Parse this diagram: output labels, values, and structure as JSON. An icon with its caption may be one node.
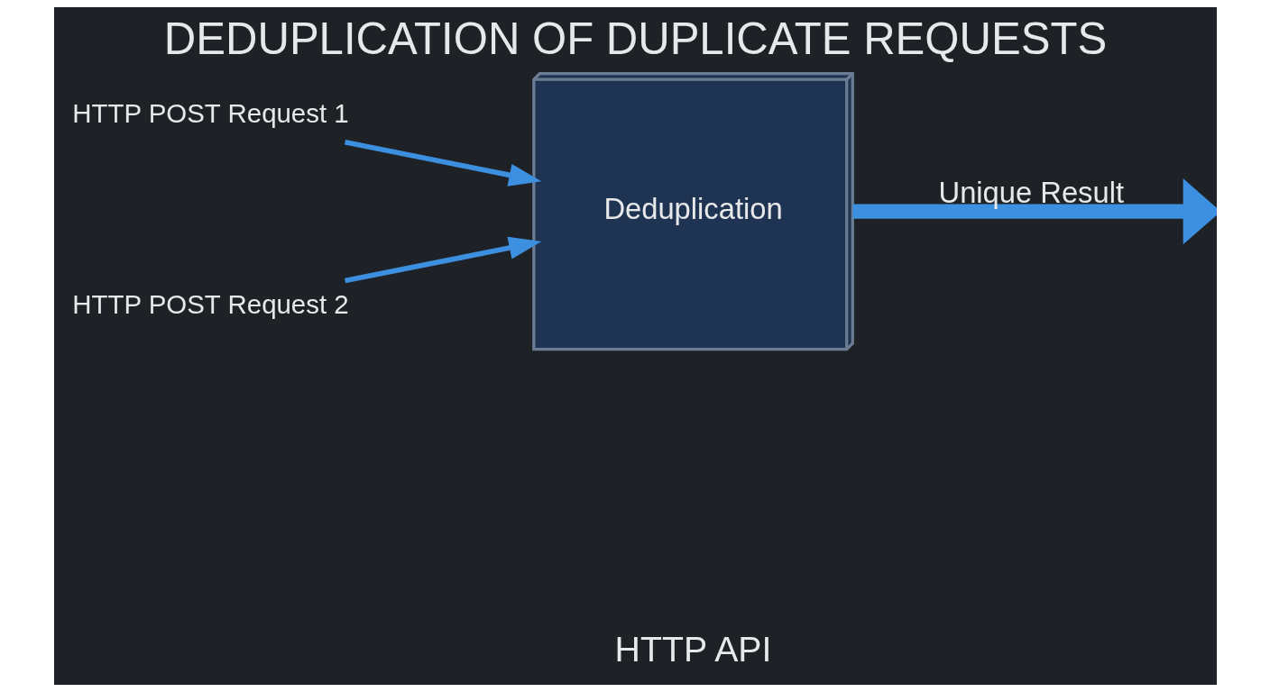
{
  "diagram": {
    "title": "DEDUPLICATION OF DUPLICATE REQUESTS",
    "caption": "HTTP API",
    "nodes": [
      {
        "text": [
          "HTTP POST Request 1"
        ]
      },
      {
        "text": [
          "HTTP POST Request 2"
        ]
      },
      {
        "text": [
          "Deduplication"
        ]
      }
    ],
    "edges": [
      {
        "from": 0,
        "to": 2,
        "arrow": "to"
      },
      {
        "from": 1,
        "to": 2,
        "arrow": "to"
      },
      {
        "from": 2,
        "to": null,
        "arrow": "to",
        "label": "Unique Result",
        "style": "thick"
      }
    ]
  }
}
